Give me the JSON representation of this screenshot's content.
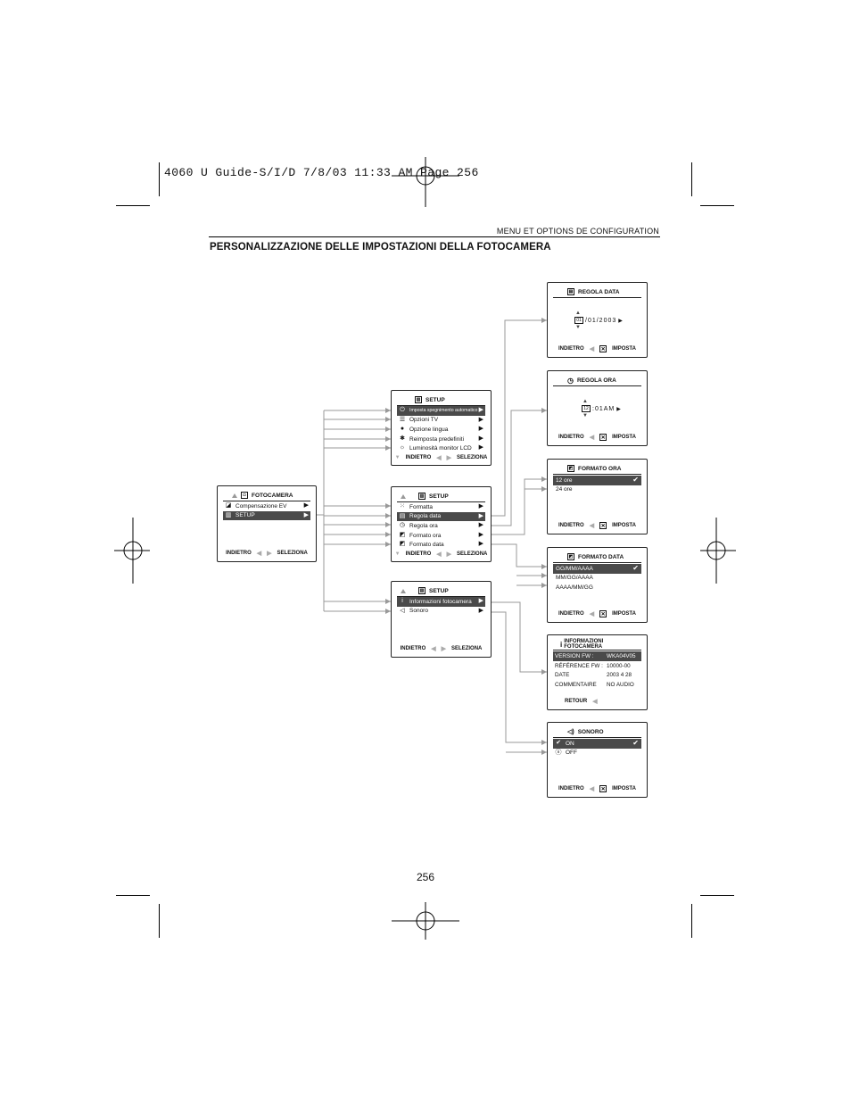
{
  "print_header": "4060 U Guide-S/I/D  7/8/03  11:33 AM  Page 256",
  "section_label": "MENU ET OPTIONS DE CONFIGURATION",
  "title": "PERSONALIZZAZIONE DELLE IMPOSTAZIONI DELLA FOTOCAMERA",
  "page_number": "256",
  "footer": {
    "back": "INDIETRO",
    "select": "SELEZIONA",
    "set": "IMPOSTA",
    "return": "RETOUR"
  },
  "fotocamera": {
    "header": "FOTOCAMERA",
    "items": [
      "Compensazione EV",
      "SETUP"
    ]
  },
  "setup1": {
    "header": "SETUP",
    "items": [
      "Imposta spegnimento automatico",
      "Opzioni TV",
      "Opzione lingua",
      "Reimposta predefiniti",
      "Luminosità monitor LCD"
    ]
  },
  "setup2": {
    "header": "SETUP",
    "items": [
      "Formatta",
      "Regola data",
      "Regola ora",
      "Formato ora",
      "Formato data"
    ]
  },
  "setup3": {
    "header": "SETUP",
    "items": [
      "Informazioni fotocamera",
      "Sonoro"
    ]
  },
  "regola_data": {
    "header": "REGOLA DATA",
    "value_field": "01",
    "value_rest": "/01/2003"
  },
  "regola_ora": {
    "header": "REGOLA ORA",
    "value_field": "12",
    "value_rest": ":01AM"
  },
  "formato_ora": {
    "header": "FORMATO ORA",
    "options": [
      "12 ore",
      "24 ore"
    ]
  },
  "formato_data": {
    "header": "FORMATO DATA",
    "options": [
      "GG/MM/AAAA",
      "MM/GG/AAAA",
      "AAAA/MM/GG"
    ]
  },
  "info": {
    "header": "INFORMAZIONI FOTOCAMERA",
    "rows": [
      {
        "k": "VERSION FW :",
        "v": "WKA04V05"
      },
      {
        "k": "RÉFÉRENCE FW :",
        "v": "10000-00"
      },
      {
        "k": "DATE",
        "v": "2003  4  28"
      },
      {
        "k": "COMMENTAIRE",
        "v": "NO AUDIO"
      }
    ]
  },
  "sonoro": {
    "header": "SONORO",
    "options": [
      "ON",
      "OFF"
    ]
  },
  "icons": [
    "camera-icon",
    "setup-icon",
    "power-icon",
    "tv-icon",
    "language-icon",
    "reset-icon",
    "brightness-icon",
    "format-icon",
    "calendar-icon",
    "clock-icon",
    "time-format-icon",
    "date-format-icon",
    "info-icon",
    "speaker-icon",
    "check-icon",
    "cancel-icon"
  ]
}
